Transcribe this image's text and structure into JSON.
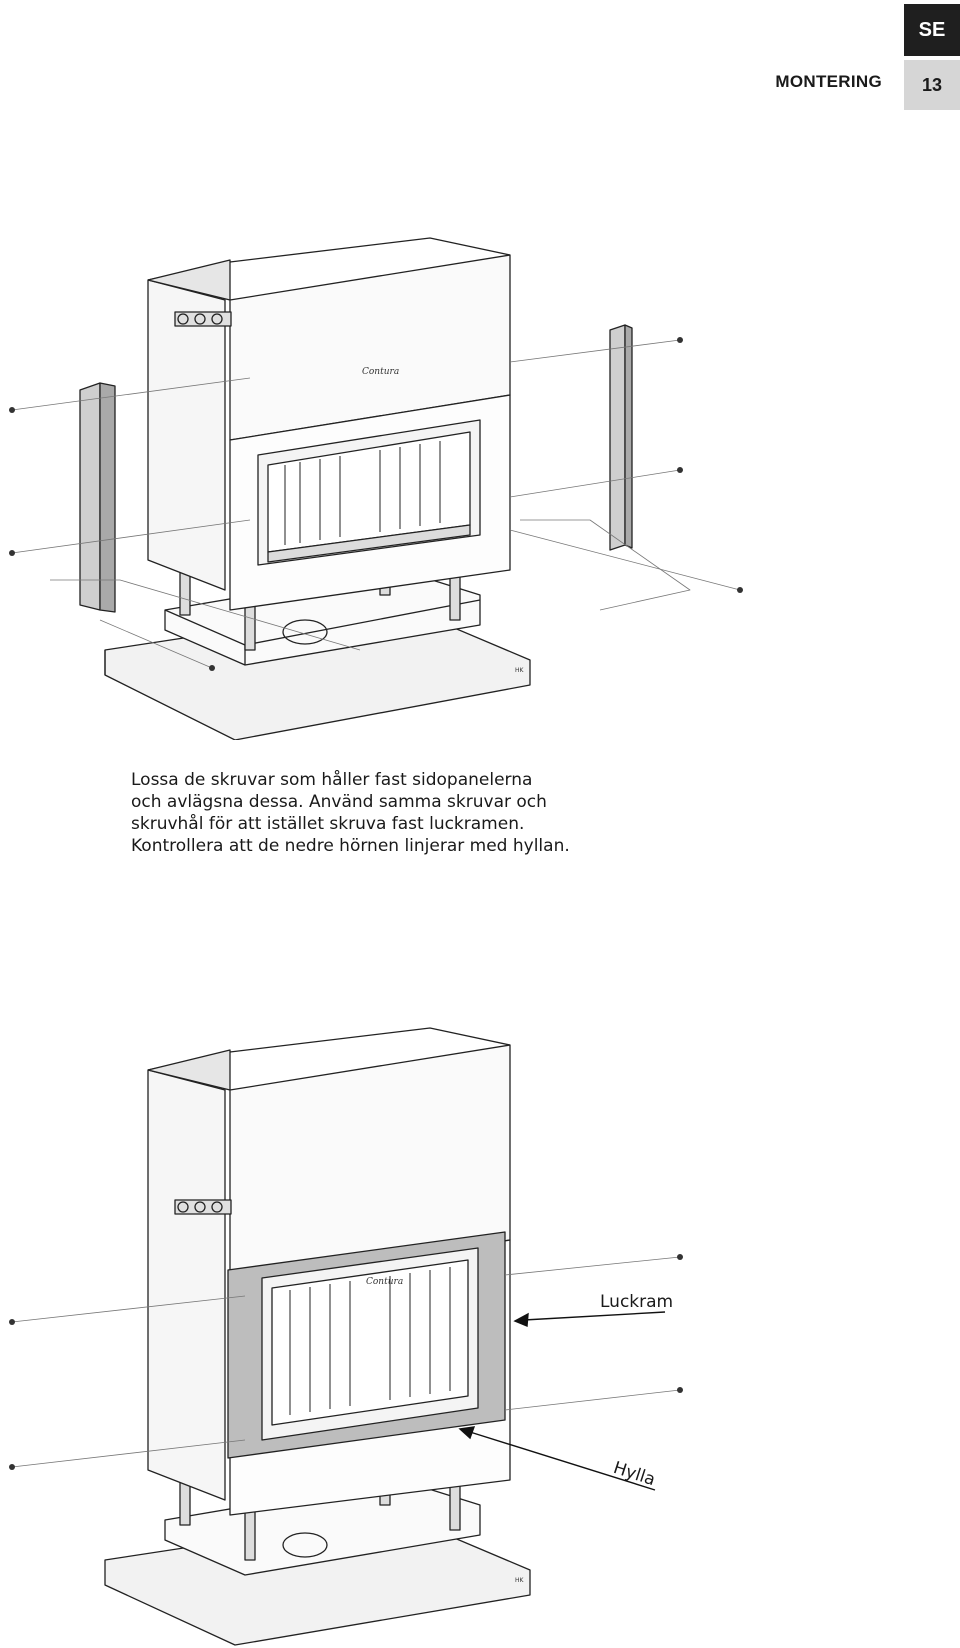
{
  "header": {
    "language_tab": "SE",
    "section_title": "MONTERING",
    "page_number": "13"
  },
  "instructions": {
    "lines": [
      "Lossa de skruvar som håller fast sidopanelerna",
      "och avlägsna dessa. Använd samma skruvar och",
      "skruvhål för att istället skruva fast luckramen.",
      "Kontrollera att de nedre hörnen linjerar med hyllan."
    ]
  },
  "figure_top": {
    "brand_label": "Contura",
    "corner_mark": "HK"
  },
  "figure_bottom": {
    "brand_label": "Contura",
    "corner_mark": "HK",
    "callouts": {
      "door_frame": "Luckram",
      "shelf": "Hylla"
    }
  }
}
